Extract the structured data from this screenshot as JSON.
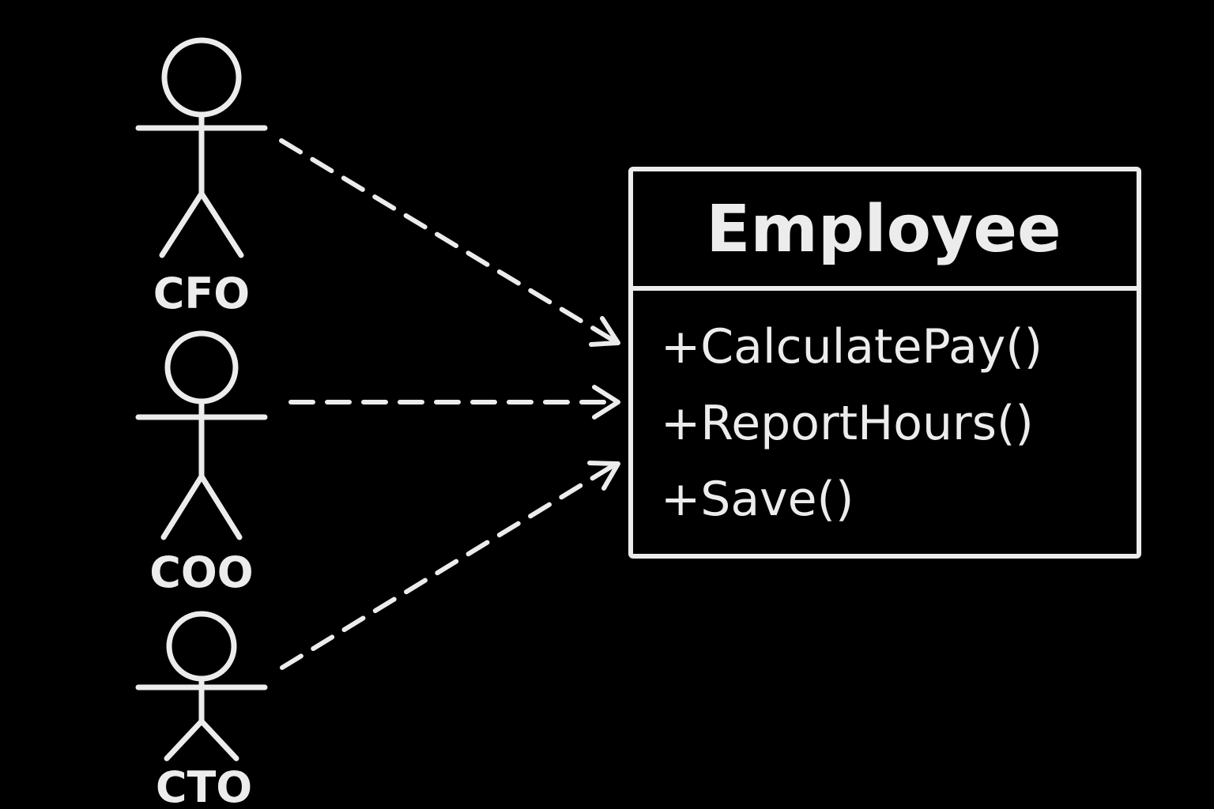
{
  "diagram": {
    "type": "uml-use-case-to-class",
    "colors": {
      "background": "#000000",
      "foreground": "#ececec"
    },
    "actors": [
      {
        "id": "cfo",
        "label": "CFO"
      },
      {
        "id": "coo",
        "label": "COO"
      },
      {
        "id": "cto",
        "label": "CTO"
      }
    ],
    "class": {
      "name": "Employee",
      "methods": [
        "+CalculatePay()",
        "+ReportHours()",
        "+Save()"
      ]
    },
    "edges": [
      {
        "from": "cfo",
        "to": "employee",
        "style": "dashed",
        "arrow": "open"
      },
      {
        "from": "coo",
        "to": "employee",
        "style": "dashed",
        "arrow": "open"
      },
      {
        "from": "cto",
        "to": "employee",
        "style": "dashed",
        "arrow": "open"
      }
    ]
  }
}
